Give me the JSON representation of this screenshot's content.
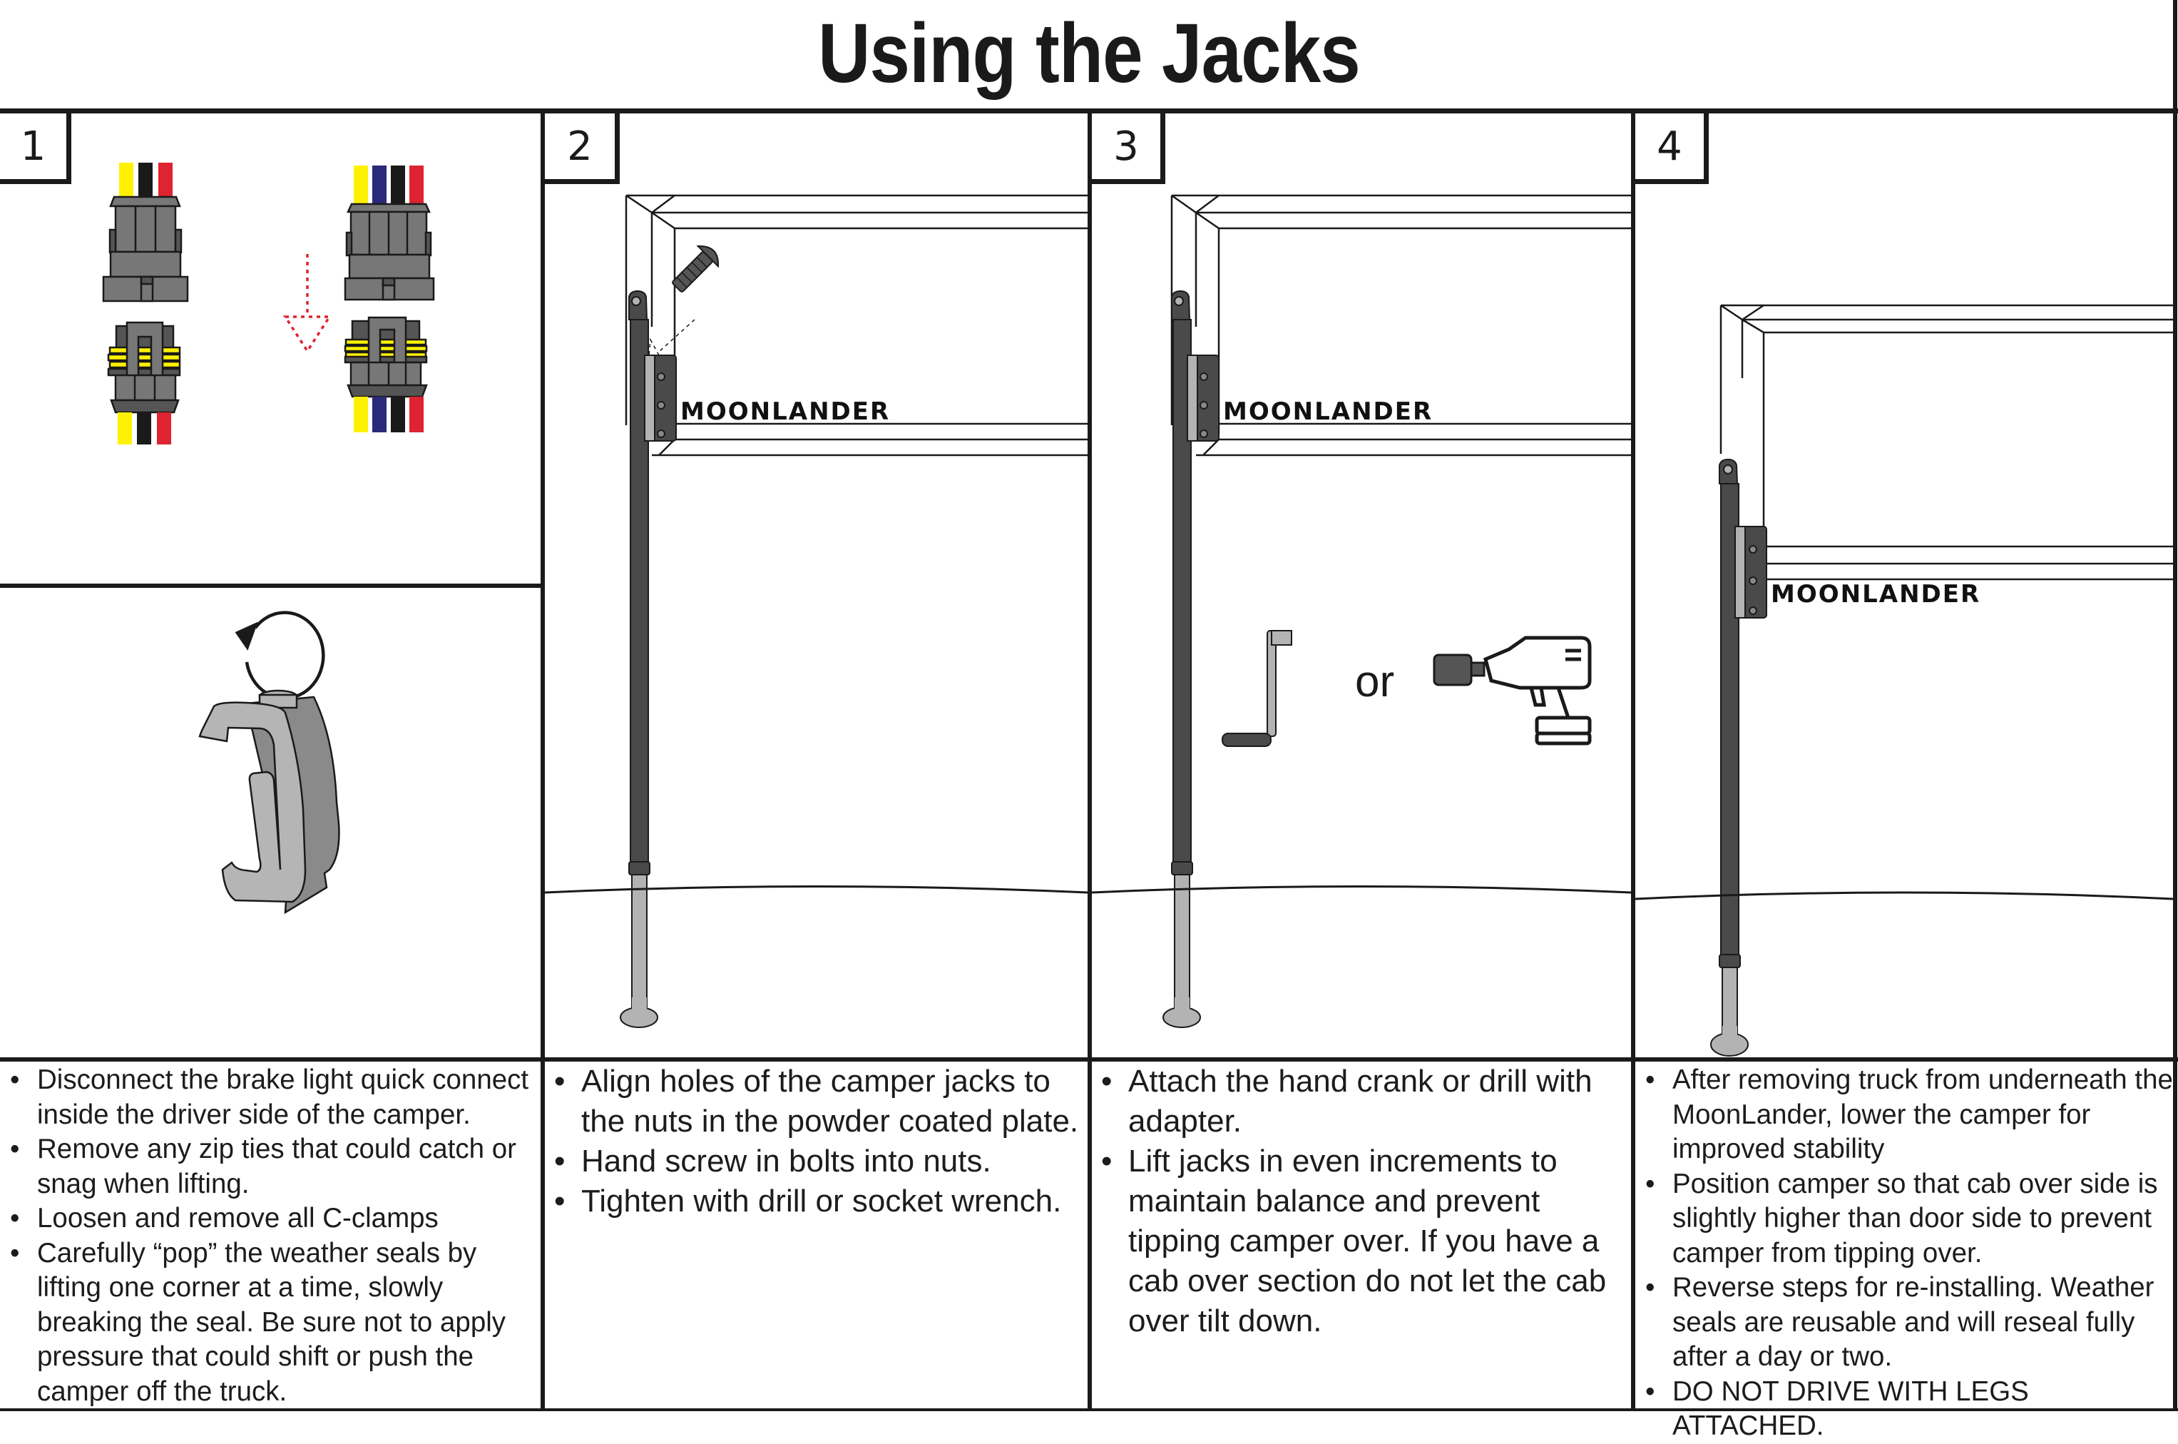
{
  "title": "Using the Jacks",
  "brand_label": "MOONLANDER",
  "colors": {
    "line": "#1a1a1a",
    "jack_dark": "#4a4a4a",
    "jack_light": "#b3b3b3",
    "connector": "#777777",
    "wire_yellow": "#fff200",
    "wire_black": "#1a1a1a",
    "wire_red": "#dd2430",
    "wire_blue": "#2a2a7a",
    "arrow_red": "#dd2430"
  },
  "panels": [
    {
      "number": "1",
      "steps": [
        "Disconnect the brake light quick connect inside the driver side of the camper.",
        "Remove any zip ties that could catch or snag when lifting.",
        "Loosen and remove all C-clamps",
        "Carefully “pop” the weather seals by lifting one corner at a time, slowly breaking the seal. Be sure not to apply pressure that could shift or push the camper off the truck."
      ]
    },
    {
      "number": "2",
      "steps": [
        "Align holes of the camper jacks to the nuts in the powder coated plate.",
        "Hand screw in bolts into nuts.",
        "Tighten with drill or socket wrench."
      ]
    },
    {
      "number": "3",
      "or_label": "or",
      "steps": [
        "Attach the hand crank or drill with adapter.",
        "Lift jacks in even increments to maintain balance and prevent tipping camper over. If you have a cab over section do not let the cab over tilt down."
      ]
    },
    {
      "number": "4",
      "steps": [
        "After removing truck from underneath the MoonLander, lower the camper for improved stability",
        "Position camper so that cab over side is slightly higher than door side to prevent camper from tipping over.",
        "Reverse steps for re-installing. Weather seals are reusable and will reseal fully after a day or two.",
        "DO NOT DRIVE WITH LEGS ATTACHED."
      ]
    }
  ],
  "bullet": "•"
}
